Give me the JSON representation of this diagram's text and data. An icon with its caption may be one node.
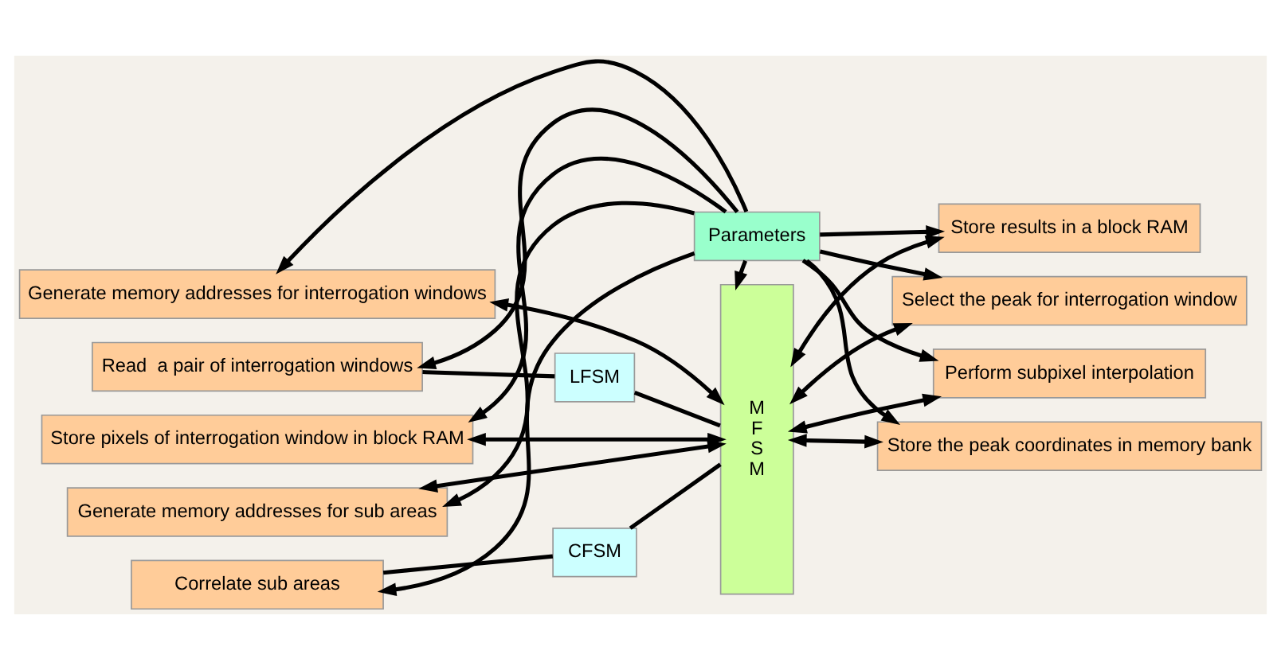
{
  "diagram": {
    "nodes": [
      {
        "text": [
          "Parameters"
        ]
      },
      {
        "text": [
          "M F S M"
        ]
      },
      {
        "text": [
          "Generate memory addresses for interrogation windows"
        ]
      },
      {
        "text": [
          "Read  a pair of interrogation windows"
        ]
      },
      {
        "text": [
          "Store pixels of interrogation window in block RAM"
        ]
      },
      {
        "text": [
          "Generate memory addresses for sub areas"
        ]
      },
      {
        "text": [
          "Correlate sub areas"
        ]
      },
      {
        "text": [
          "Store results in a block RAM"
        ]
      },
      {
        "text": [
          "Select the peak for interrogation window"
        ]
      },
      {
        "text": [
          "Perform subpixel interpolation"
        ]
      },
      {
        "text": [
          "Store the peak coordinates in memory bank"
        ]
      },
      {
        "text": [
          "LFSM"
        ]
      },
      {
        "text": [
          "CFSM"
        ]
      }
    ],
    "edges": [
      {
        "from": 0,
        "to": 1,
        "arrow": "to"
      },
      {
        "from": 0,
        "to": 2,
        "arrow": "to"
      },
      {
        "from": 0,
        "to": 3,
        "arrow": "to"
      },
      {
        "from": 0,
        "to": 4,
        "arrow": "to"
      },
      {
        "from": 0,
        "to": 5,
        "arrow": "to"
      },
      {
        "from": 0,
        "to": 6,
        "arrow": "to"
      },
      {
        "from": 0,
        "to": 7,
        "arrow": "to"
      },
      {
        "from": 0,
        "to": 8,
        "arrow": "to"
      },
      {
        "from": 0,
        "to": 9,
        "arrow": "to"
      },
      {
        "from": 0,
        "to": 10,
        "arrow": "to"
      },
      {
        "from": 2,
        "to": 1,
        "arrow": "both"
      },
      {
        "from": 3,
        "to": 11,
        "arrow": "none"
      },
      {
        "from": 11,
        "to": 1,
        "arrow": "none"
      },
      {
        "from": 4,
        "to": 1,
        "arrow": "both"
      },
      {
        "from": 5,
        "to": 1,
        "arrow": "both"
      },
      {
        "from": 6,
        "to": 12,
        "arrow": "none"
      },
      {
        "from": 12,
        "to": 1,
        "arrow": "none"
      },
      {
        "from": 1,
        "to": 7,
        "arrow": "both"
      },
      {
        "from": 1,
        "to": 8,
        "arrow": "both"
      },
      {
        "from": 1,
        "to": 9,
        "arrow": "both"
      },
      {
        "from": 1,
        "to": 10,
        "arrow": "both"
      }
    ]
  }
}
